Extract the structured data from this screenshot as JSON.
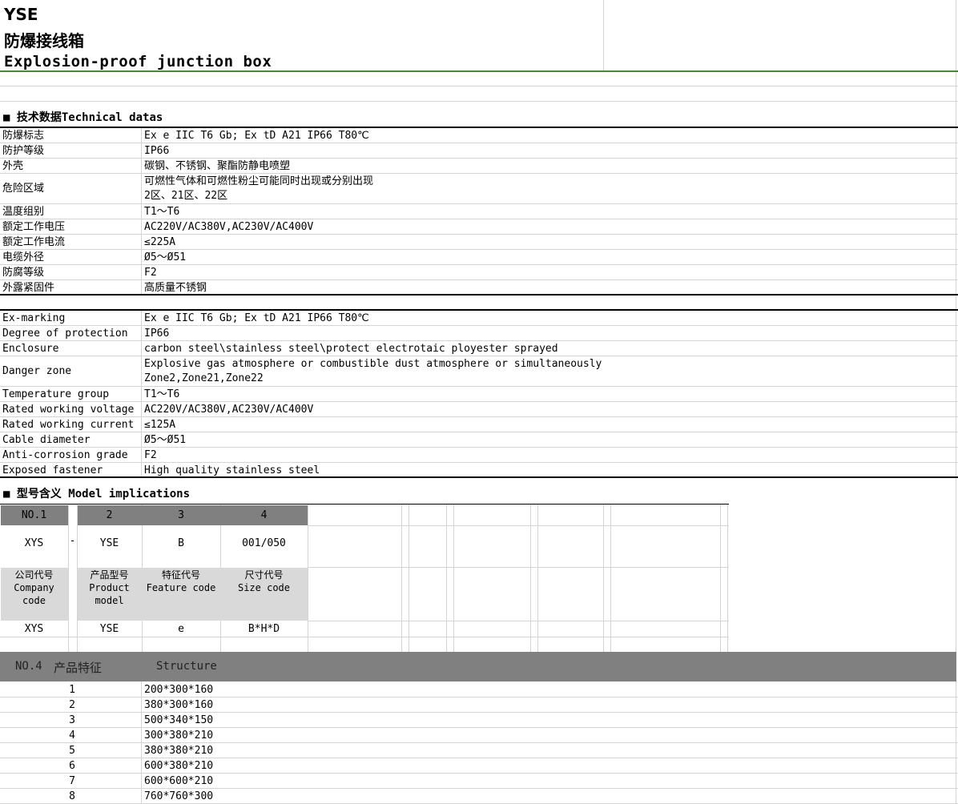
{
  "header": {
    "model": "YSE",
    "title_cn": "防爆接线箱",
    "title_en": "Explosion-proof junction box"
  },
  "tech_section": {
    "heading": "技术数据Technical datas",
    "cn_rows": [
      {
        "label": "防爆标志",
        "value": "Ex e IIC T6 Gb; Ex tD A21 IP66 T80℃"
      },
      {
        "label": "防护等级",
        "value": "IP66"
      },
      {
        "label": "外壳",
        "value": "碳钢、不锈钢、聚酯防静电喷塑"
      },
      {
        "label": "危险区域",
        "value": "可燃性气体和可燃性粉尘可能同时出现或分别出现",
        "value2": "2区、21区、22区"
      },
      {
        "label": "温度组别",
        "value": "T1～T6"
      },
      {
        "label": "额定工作电压",
        "value": "AC220V/AC380V,AC230V/AC400V"
      },
      {
        "label": "额定工作电流",
        "value": "≤225A"
      },
      {
        "label": "电缆外径",
        "value": "Ø5～Ø51"
      },
      {
        "label": "防腐等级",
        "value": "F2"
      },
      {
        "label": "外露紧固件",
        "value": "高质量不锈钢"
      }
    ],
    "en_rows": [
      {
        "label": "Ex-marking",
        "value": "Ex e IIC T6 Gb; Ex tD A21 IP66 T80℃"
      },
      {
        "label": "Degree of protection",
        "value": "IP66"
      },
      {
        "label": "Enclosure",
        "value": "carbon steel\\stainless steel\\protect electrotaic ployester sprayed"
      },
      {
        "label": "Danger zone",
        "value": "Explosive gas atmosphere or combustible dust atmosphere or simultaneously",
        "value2": "Zone2,Zone21,Zone22"
      },
      {
        "label": "Temperature group",
        "value": "T1～T6"
      },
      {
        "label": "Rated working voltage",
        "value": "AC220V/AC380V,AC230V/AC400V"
      },
      {
        "label": "Rated working current",
        "value": "≤125A"
      },
      {
        "label": "Cable diameter",
        "value": "Ø5～Ø51"
      },
      {
        "label": "Anti-corrosion grade",
        "value": "F2"
      },
      {
        "label": "Exposed fastener",
        "value": "High quality stainless steel"
      }
    ]
  },
  "model_section": {
    "heading": "型号含义 Model implications",
    "numbers": [
      "NO.1",
      "2",
      "3",
      "4"
    ],
    "codes": [
      "XYS",
      "YSE",
      "B",
      "001/050"
    ],
    "dash": "-",
    "desc": [
      [
        "公司代号",
        "Company",
        "code"
      ],
      [
        "产品型号",
        "Product",
        "model"
      ],
      [
        "特征代号",
        "Feature code",
        ""
      ],
      [
        "尺寸代号",
        "Size code",
        ""
      ]
    ],
    "examples": [
      "XYS",
      "YSE",
      "e",
      "B*H*D"
    ]
  },
  "structure": {
    "header_no": "NO.4",
    "header_cn": "产品特征",
    "header_en": "Structure",
    "rows": [
      {
        "n": "1",
        "size": "200*300*160"
      },
      {
        "n": "2",
        "size": "380*300*160"
      },
      {
        "n": "3",
        "size": "500*340*150"
      },
      {
        "n": "4",
        "size": "300*380*210"
      },
      {
        "n": "5",
        "size": "380*380*210"
      },
      {
        "n": "6",
        "size": "600*380*210"
      },
      {
        "n": "7",
        "size": "600*600*210"
      },
      {
        "n": "8",
        "size": "760*760*300"
      }
    ]
  },
  "colors": {
    "accent_green": "#548235",
    "header_gray": "#808080",
    "cell_gray": "#d9d9d9"
  }
}
